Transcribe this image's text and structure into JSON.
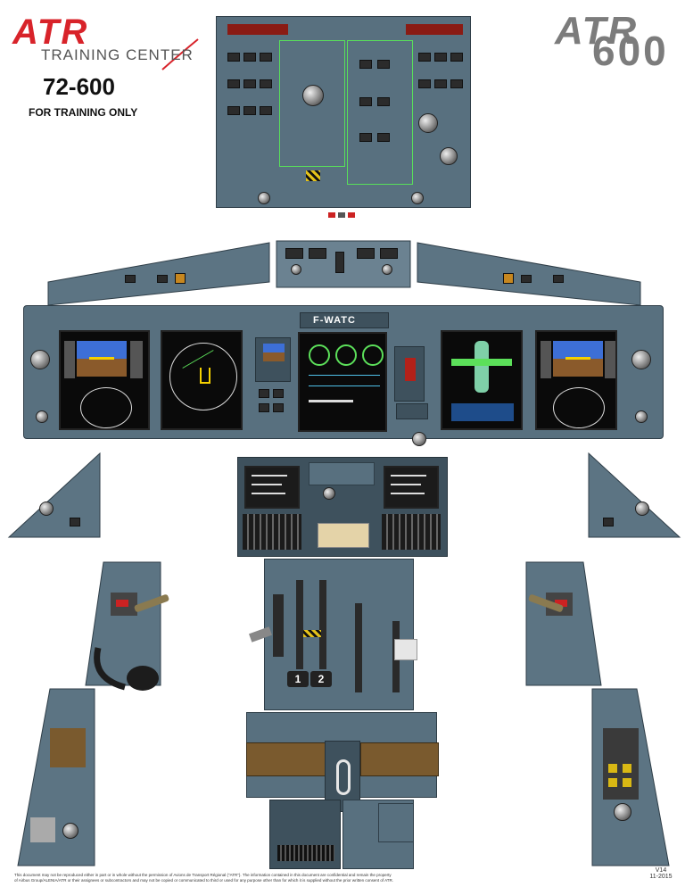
{
  "brand": {
    "logo": "ATR",
    "subtitle": "TRAINING CENTER",
    "model": "72-600",
    "notice": "FOR TRAINING ONLY"
  },
  "right_logo": {
    "line1": "ATR",
    "line2": "600"
  },
  "glareshield": {
    "registration": "F-WATC"
  },
  "throttle": {
    "lever1": "1",
    "lever2": "2"
  },
  "footer": {
    "disclaimer_line1": "This document may not be reproduced either in part or in whole without the permission of Avions de Transport Régional (\"ATR\"). The information contained in this document are confidential and remain the property",
    "disclaimer_line2": "of Airbus Group/ALENIA/ATR or their assignees or subcontractors and may not be copied or communicated to third or used for any purpose other than for which it is supplied without the prior written consent of ATR.",
    "version": "V14",
    "date": "11-2015"
  },
  "colors": {
    "panel": "#58707f",
    "panel_dark": "#3e515d",
    "brand_red": "#d8232a",
    "logo_grey": "#7c7c7c"
  }
}
